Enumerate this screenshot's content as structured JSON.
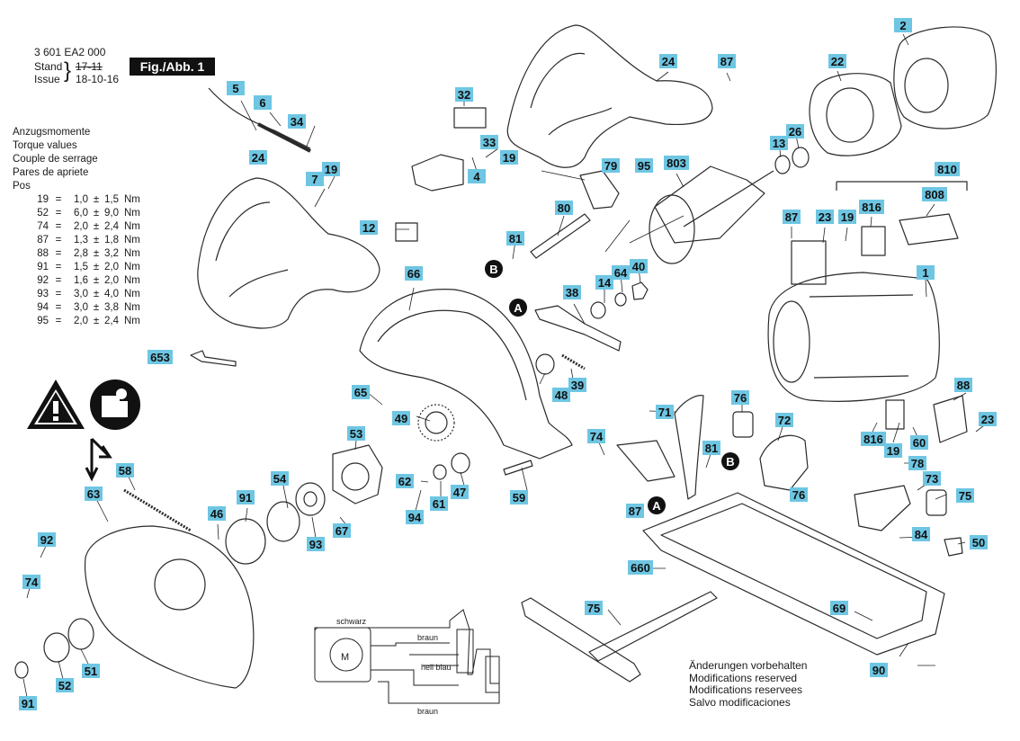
{
  "header": {
    "doc_number": "3 601 EA2 000",
    "stand_label": "Stand",
    "stand_value": "17-11",
    "issue_label": "Issue",
    "issue_value": "18-10-16",
    "figure_label": "Fig./Abb. 1"
  },
  "torque": {
    "titles": [
      "Anzugsmomente",
      "Torque values",
      "Couple de serrage",
      "Pares de apriete",
      "Pos"
    ],
    "rows": [
      {
        "pos": "19",
        "min": "1,0",
        "max": "1,5",
        "unit": "Nm"
      },
      {
        "pos": "52",
        "min": "6,0",
        "max": "9,0",
        "unit": "Nm"
      },
      {
        "pos": "74",
        "min": "2,0",
        "max": "2,4",
        "unit": "Nm"
      },
      {
        "pos": "87",
        "min": "1,3",
        "max": "1,8",
        "unit": "Nm"
      },
      {
        "pos": "88",
        "min": "2,8",
        "max": "3,2",
        "unit": "Nm"
      },
      {
        "pos": "91",
        "min": "1,5",
        "max": "2,0",
        "unit": "Nm"
      },
      {
        "pos": "92",
        "min": "1,6",
        "max": "2,0",
        "unit": "Nm"
      },
      {
        "pos": "93",
        "min": "3,0",
        "max": "4,0",
        "unit": "Nm"
      },
      {
        "pos": "94",
        "min": "3,0",
        "max": "3,8",
        "unit": "Nm"
      },
      {
        "pos": "95",
        "min": "2,0",
        "max": "2,4",
        "unit": "Nm"
      }
    ],
    "eq_sign": "=",
    "pm_sign": "±"
  },
  "callouts": [
    "2",
    "22",
    "24",
    "87",
    "32",
    "33",
    "19",
    "4",
    "79",
    "95",
    "803",
    "13",
    "26",
    "810",
    "816",
    "808",
    "23",
    "19",
    "87",
    "81",
    "80",
    "14",
    "64",
    "40",
    "1",
    "5",
    "6",
    "34",
    "7",
    "19",
    "24",
    "12",
    "66",
    "38",
    "48",
    "39",
    "653",
    "65",
    "49",
    "53",
    "71",
    "76",
    "72",
    "74",
    "81",
    "78",
    "73",
    "76",
    "75",
    "87",
    "23",
    "88",
    "816",
    "19",
    "60",
    "58",
    "63",
    "54",
    "91",
    "46",
    "62",
    "61",
    "47",
    "93",
    "94",
    "67",
    "59",
    "92",
    "74",
    "84",
    "50",
    "51",
    "52",
    "91",
    "660",
    "75",
    "69",
    "90"
  ],
  "markers": [
    "A",
    "A",
    "B",
    "B"
  ],
  "wiring": {
    "top_label": "schwarz",
    "mid_label": "braun",
    "blue_label": "hell blau",
    "bottom_label": "braun",
    "motor_label": "M"
  },
  "notes": [
    "Änderungen vorbehalten",
    "Modifications reserved",
    "Modifications reservees",
    "Salvo modificaciones"
  ],
  "colors": {
    "callout_fill": "#6ec6e3",
    "line": "#222222"
  },
  "icons": [
    "warning-triangle-icon",
    "read-manual-icon"
  ]
}
